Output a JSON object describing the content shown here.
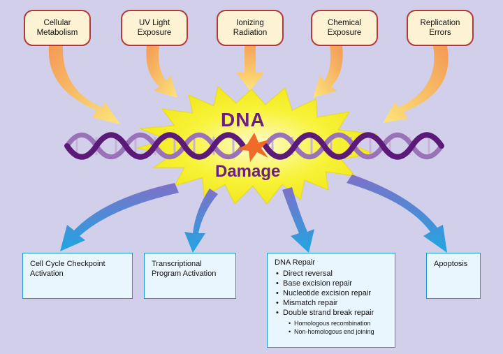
{
  "sources": [
    {
      "label": "Cellular\nMetabolism"
    },
    {
      "label": "UV Light\nExposure"
    },
    {
      "label": "Ionizing\nRadiation"
    },
    {
      "label": "Chemical\nExposure"
    },
    {
      "label": "Replication\nErrors"
    }
  ],
  "center": {
    "title_top": "DNA",
    "title_bottom": "Damage"
  },
  "outcomes": {
    "checkpoint": "Cell Cycle Checkpoint\nActivation",
    "transcription": "Transcriptional\nProgram Activation",
    "repair": {
      "title": "DNA Repair",
      "items": [
        "Direct reversal",
        "Base excision repair",
        "Nucleotide excision repair",
        "Mismatch repair",
        "Double strand break repair"
      ],
      "subitems": [
        "Homologous recombination",
        "Non-homologous end joining"
      ]
    },
    "apoptosis": "Apoptosis"
  },
  "colors": {
    "background": "#d2cfea",
    "source_fill": "#fdf3d4",
    "source_border": "#b03a3a",
    "burst": "#f6f02a",
    "dna_purple": "#6b1e83",
    "outcome_border": "#1e9ad6",
    "outcome_fill": "#eaf6fd"
  }
}
